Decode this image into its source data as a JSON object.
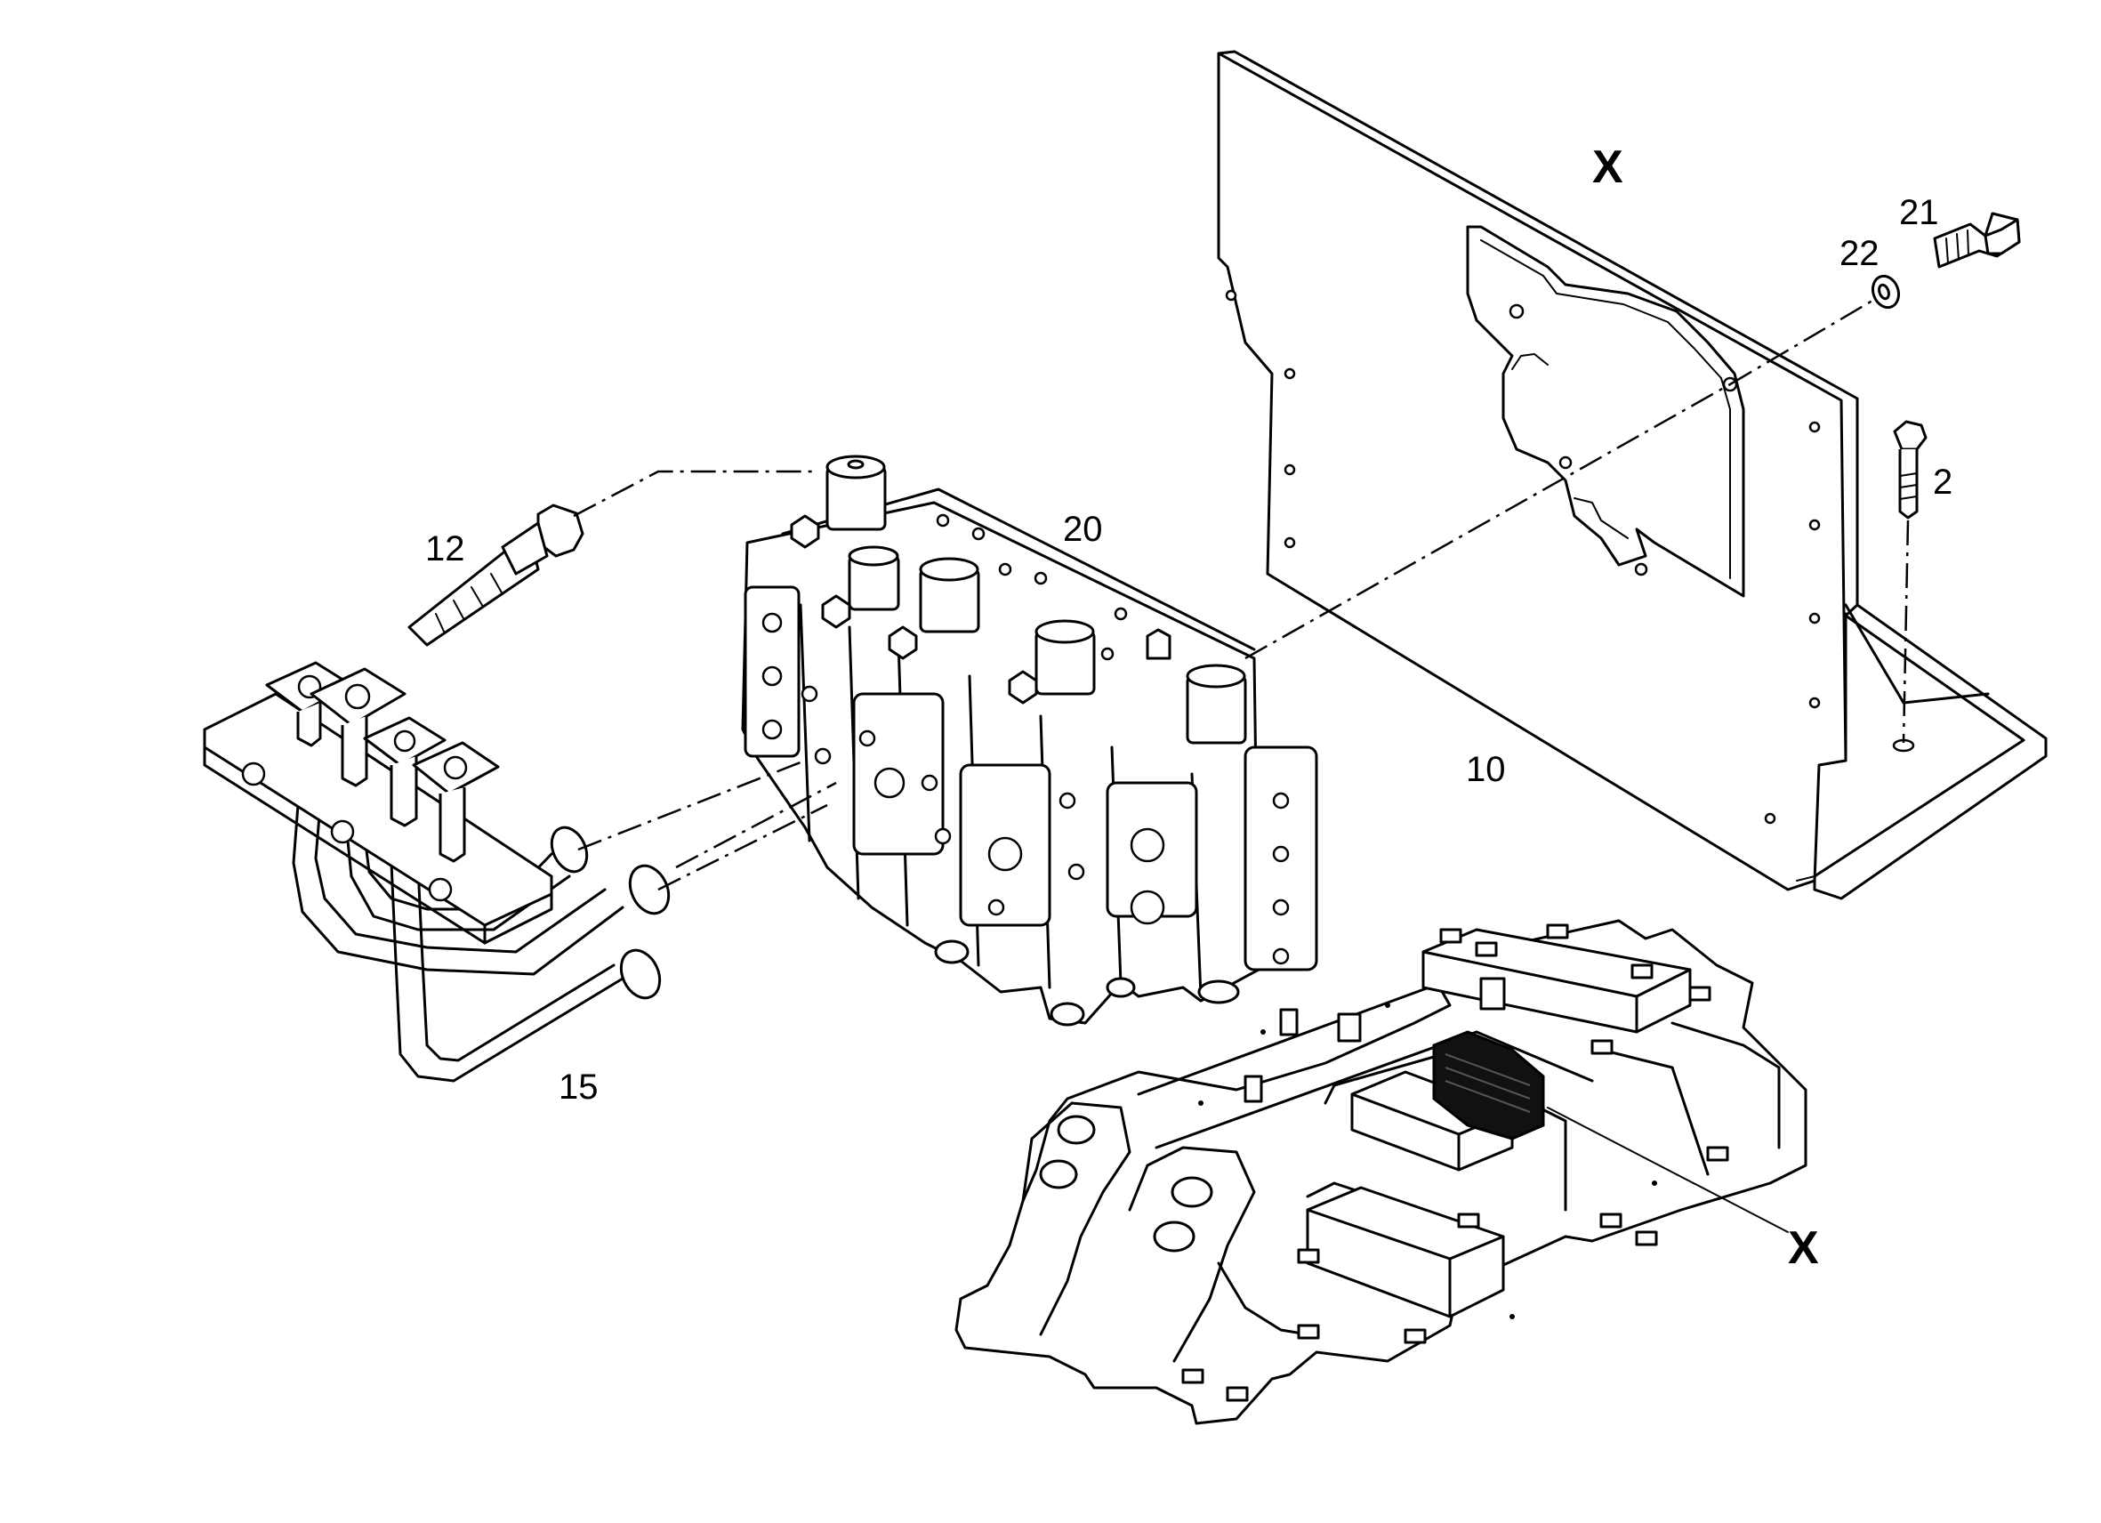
{
  "labels": {
    "x_top": "X",
    "x_bottom": "X",
    "p21": "21",
    "p22": "22",
    "p2": "2",
    "p20": "20",
    "p12": "12",
    "p10": "10",
    "p15": "15"
  }
}
